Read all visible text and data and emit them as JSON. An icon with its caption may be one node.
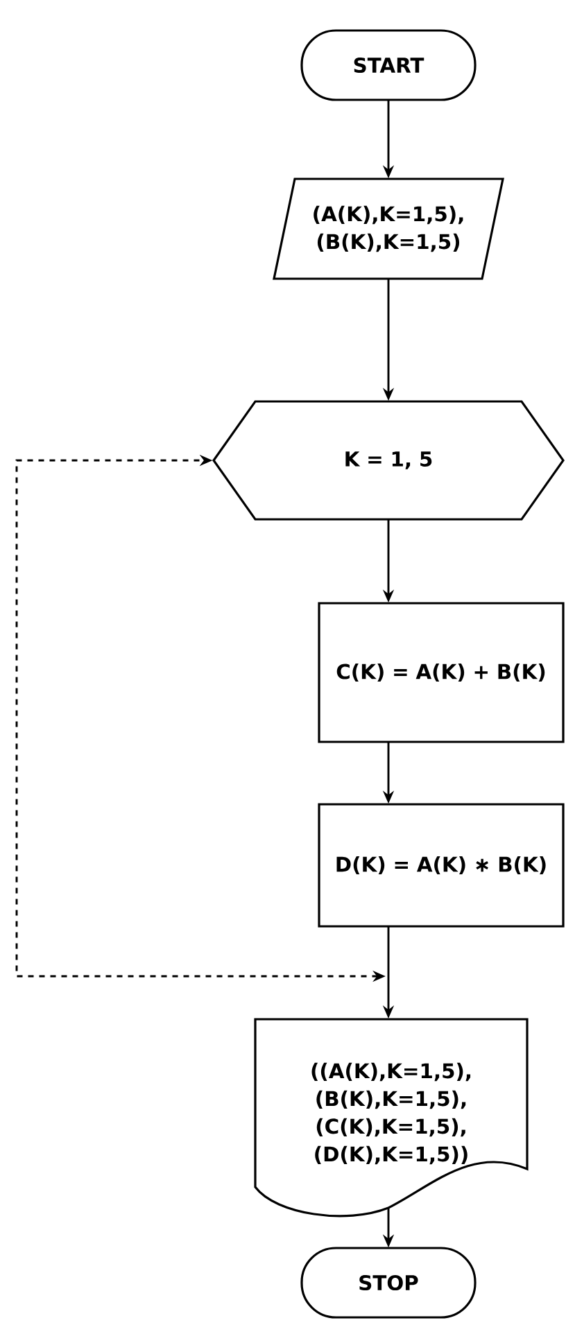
{
  "diagram": {
    "nodes": [
      {
        "text": [
          "START"
        ]
      },
      {
        "text": [
          "(A(K),K=1,5), (B(K),K=1,5)"
        ]
      },
      {
        "text": [
          "K = 1, 5"
        ]
      },
      {
        "text": [
          "C(K) = A(K) + B(K)"
        ]
      },
      {
        "text": [
          "D(K) = A(K) ∗ B(K)"
        ]
      },
      {
        "text": [
          "((A(K),K=1,5), (B(K),K=1,5), (C(K),K=1,5), (D(K),K=1,5))"
        ]
      },
      {
        "text": [
          "STOP"
        ]
      }
    ],
    "edges": [
      {
        "from": 0,
        "to": 1,
        "arrow": "to"
      },
      {
        "from": 1,
        "to": 2,
        "arrow": "to"
      },
      {
        "from": 2,
        "to": 3,
        "arrow": "to"
      },
      {
        "from": 3,
        "to": 4,
        "arrow": "to"
      },
      {
        "from": 4,
        "to": 5,
        "arrow": "to"
      },
      {
        "from": 5,
        "to": 6,
        "arrow": "to"
      },
      {
        "from": null,
        "to": 2,
        "arrow": "both",
        "style": "dashed"
      }
    ]
  }
}
